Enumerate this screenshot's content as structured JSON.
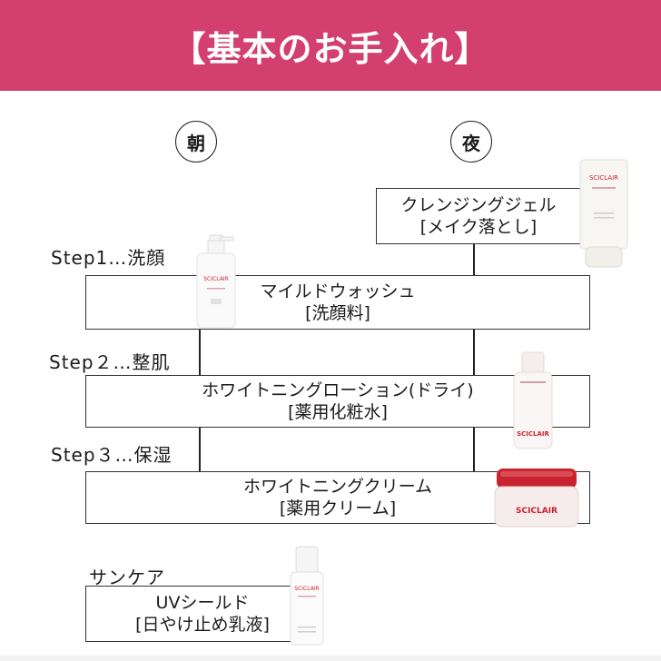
{
  "header": {
    "title": "【基本のお手入れ】"
  },
  "columns": {
    "morning": "朝",
    "night": "夜"
  },
  "cleansing": {
    "name": "クレンジングジェル",
    "category": "[メイク落とし]"
  },
  "steps": [
    {
      "label": "Step1…洗顔",
      "name": "マイルドウォッシュ",
      "category": "[洗顔料]"
    },
    {
      "label": "Step２…整肌",
      "name": "ホワイトニングローション(ドライ)",
      "category": "[薬用化粧水]"
    },
    {
      "label": "Step３…保湿",
      "name": "ホワイトニングクリーム",
      "category": "[薬用クリーム]"
    }
  ],
  "suncare": {
    "label": "サンケア",
    "name": "UVシールド",
    "category": "[日やけ止め乳液]"
  },
  "brand_labels": {
    "tube": "SCICLAIR",
    "pump": "SCICLAIR",
    "lotion": "SCICLAIR",
    "cream": "SCICLAIR",
    "uv": "SCICLAIR"
  },
  "colors": {
    "banner": "#d33f6e",
    "brand_red": "#c8232f"
  }
}
